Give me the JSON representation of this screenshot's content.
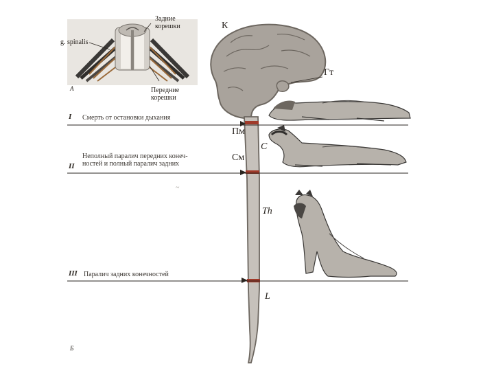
{
  "inset": {
    "panel_label": "А",
    "ganglion_label": "g. spinalis",
    "dorsal_roots": [
      "Задние",
      "корешки"
    ],
    "ventral_roots": [
      "Передние",
      "корешки"
    ]
  },
  "main": {
    "panel_label": "Б",
    "brain_label": "К",
    "hypothalamus_label": "Гт",
    "medulla_label": "Пм",
    "midbrain_label": "См",
    "segments": {
      "cervical": "C",
      "thoracic": "Th",
      "lumbar": "L"
    },
    "transections": [
      {
        "numeral": "I",
        "lines": [
          "Смерть от остановки дыхания"
        ]
      },
      {
        "numeral": "II",
        "lines": [
          "Неполный паралич передних конеч-",
          "ностей и полный паралич задних"
        ]
      },
      {
        "numeral": "III",
        "lines": [
          "Паралич задних конечностей"
        ]
      }
    ]
  },
  "colors": {
    "tissue": "#a9a39c",
    "tissue_dark": "#6d6760",
    "cut_mark": "#a03a2a",
    "ink": "#2a2520",
    "fiber": "#9a6a3a"
  }
}
